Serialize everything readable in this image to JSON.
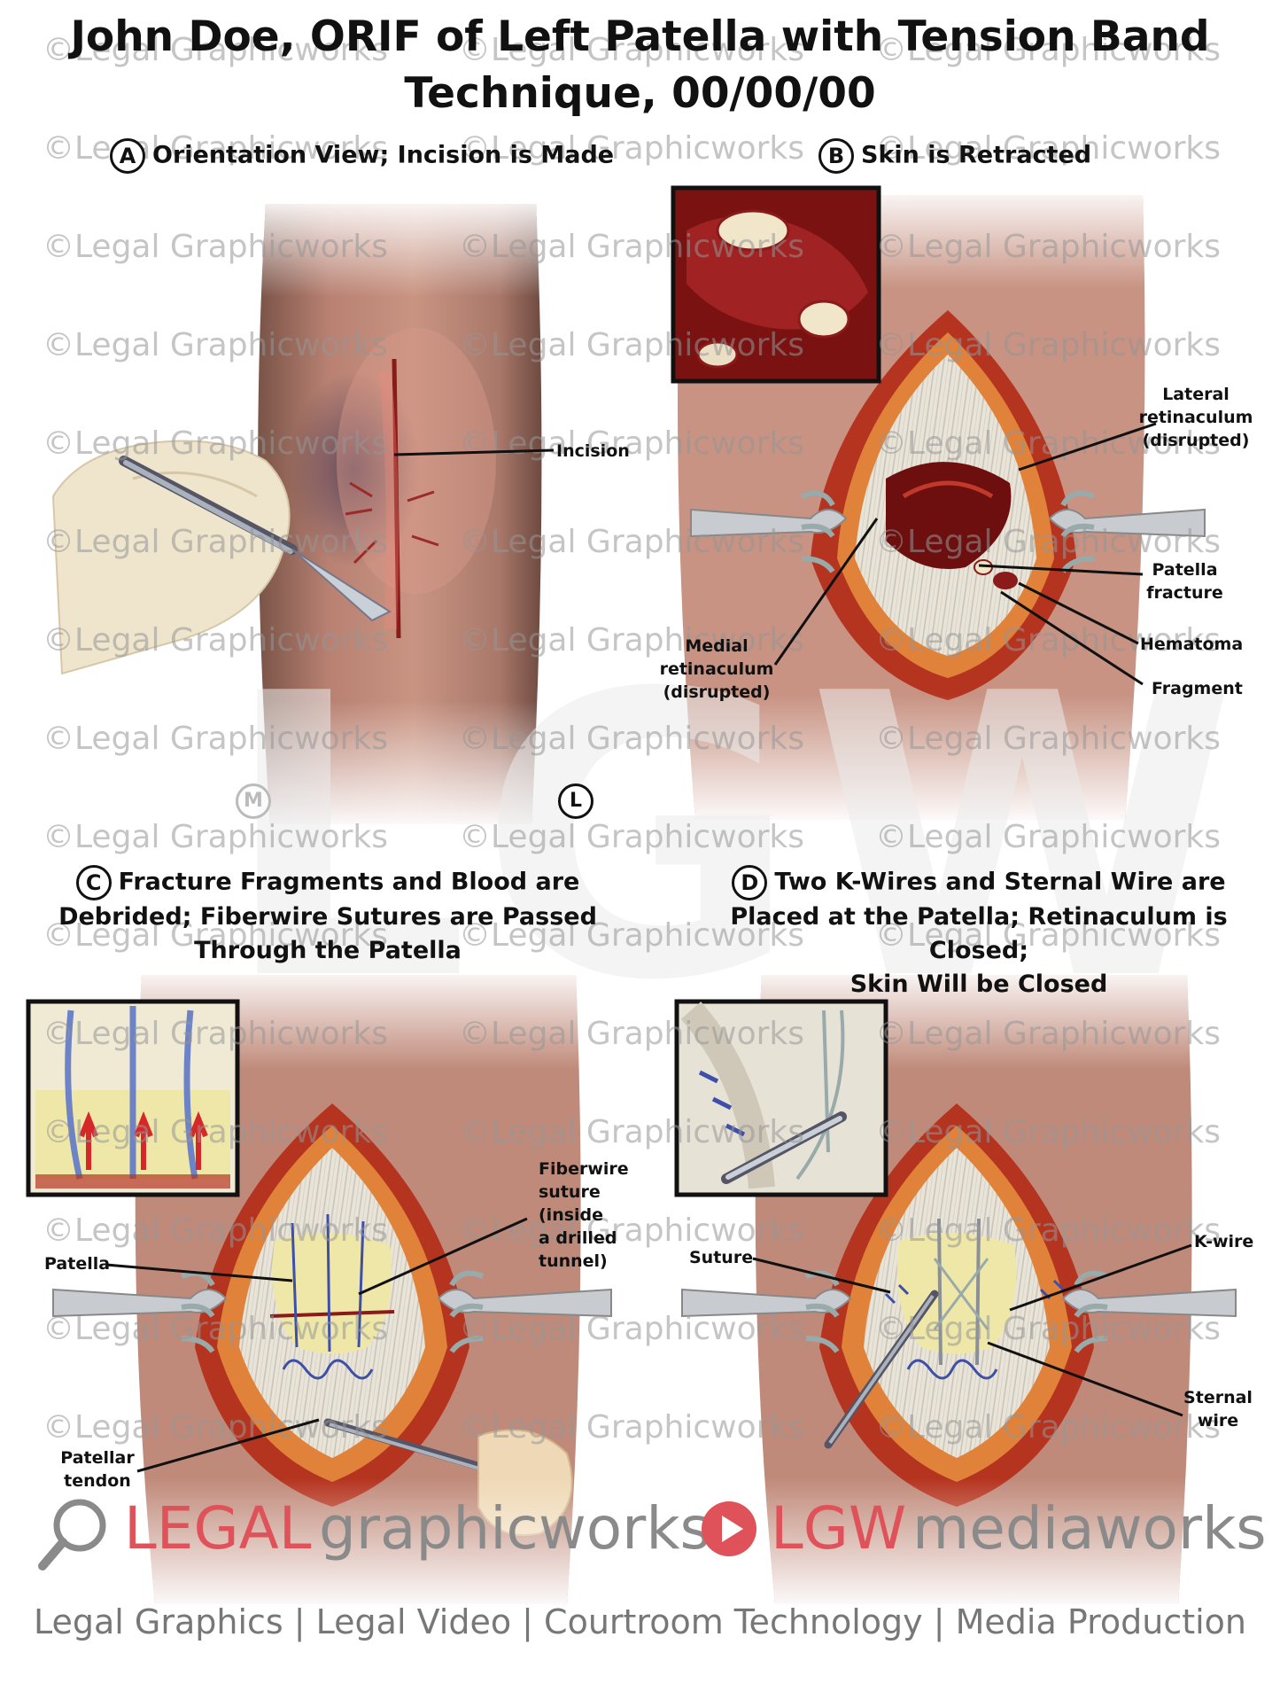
{
  "title": {
    "line1": "John Doe, ORIF of Left Patella with Tension Band",
    "line2": "Technique, 00/00/00"
  },
  "panels": {
    "a": {
      "letter": "A",
      "heading": "Orientation View; Incision is Made"
    },
    "b": {
      "letter": "B",
      "heading": "Skin is Retracted"
    },
    "c": {
      "letter": "C",
      "heading_line1": "Fracture Fragments and Blood are",
      "heading_line2": "Debrided; Fiberwire Sutures are Passed",
      "heading_line3": "Through the Patella"
    },
    "d": {
      "letter": "D",
      "heading_line1": "Two K-Wires and Sternal Wire are",
      "heading_line2": "Placed at the Patella; Retinaculum is Closed;",
      "heading_line3": "Skin Will be Closed"
    }
  },
  "orientation": {
    "medial": "M",
    "lateral": "L"
  },
  "labels": {
    "incision": "Incision",
    "lateral_retinaculum": [
      "Lateral",
      "retinaculum",
      "(disrupted)"
    ],
    "patella_fracture": [
      "Patella",
      "fracture"
    ],
    "hematoma": "Hematoma",
    "fragment": "Fragment",
    "medial_retinaculum": [
      "Medial",
      "retinaculum",
      "(disrupted)"
    ],
    "fiberwire_suture": [
      "Fiberwire",
      "suture",
      "(inside",
      "a drilled",
      "tunnel)"
    ],
    "patella": "Patella",
    "patellar_tendon": [
      "Patellar",
      "tendon"
    ],
    "suture": "Suture",
    "k_wire": "K-wire",
    "sternal_wire": [
      "Sternal",
      "wire"
    ]
  },
  "watermark": {
    "text": "©Legal Graphicworks",
    "big_mark": "LGW"
  },
  "branding": {
    "legal": "LEGAL",
    "graphicworks": "graphicworks",
    "lgw": "LGW",
    "mediaworks": "mediaworks",
    "footer": "Legal Graphics | Legal Video | Courtroom Technology | Media Production"
  },
  "colors": {
    "brand_red": "#e0525a",
    "brand_gray": "#8a8a8a",
    "skin": "#d9a08a",
    "tissue_red": "#c0392b",
    "fat_yellow": "#e8cf5a"
  }
}
